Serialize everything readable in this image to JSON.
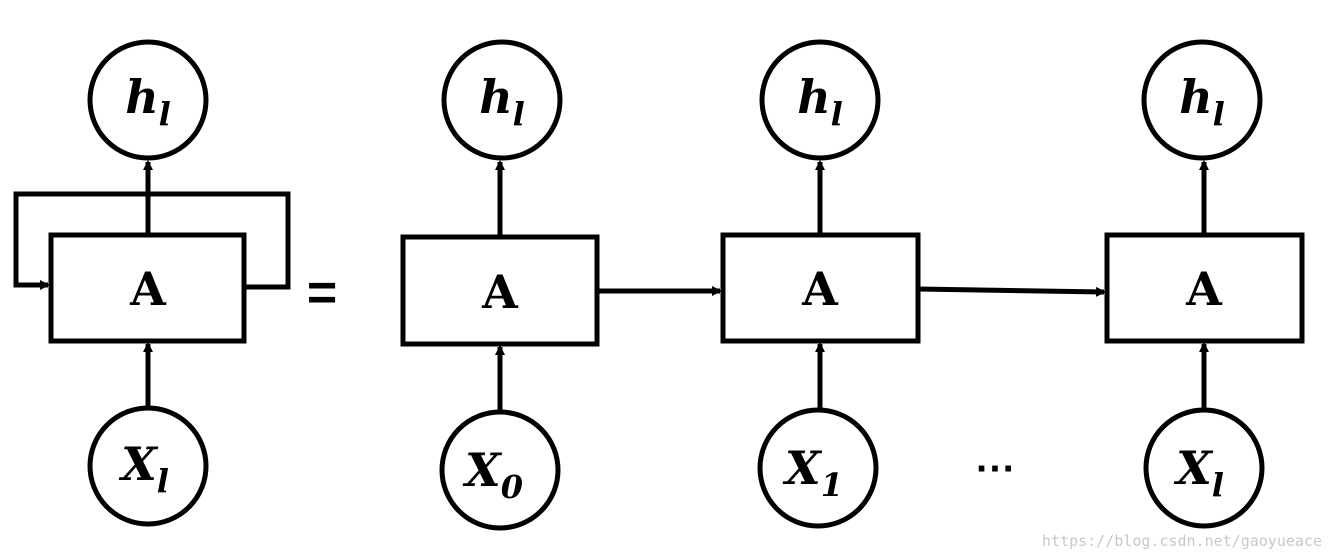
{
  "colors": {
    "stroke": "#000000",
    "background": "#ffffff",
    "watermark": "#c8c8c8"
  },
  "folded": {
    "output": {
      "base": "h",
      "sub": "l"
    },
    "cell": "A",
    "input": {
      "base": "X",
      "sub": "l"
    }
  },
  "equals": "=",
  "unrolled": [
    {
      "output": {
        "base": "h",
        "sub": "l"
      },
      "cell": "A",
      "input": {
        "base": "X",
        "sub": "0"
      }
    },
    {
      "output": {
        "base": "h",
        "sub": "l"
      },
      "cell": "A",
      "input": {
        "base": "X",
        "sub": "1"
      }
    },
    {
      "output": {
        "base": "h",
        "sub": "l"
      },
      "cell": "A",
      "input": {
        "base": "X",
        "sub": "l"
      }
    }
  ],
  "ellipsis": "···",
  "watermark": "https://blog.csdn.net/gaoyueace"
}
